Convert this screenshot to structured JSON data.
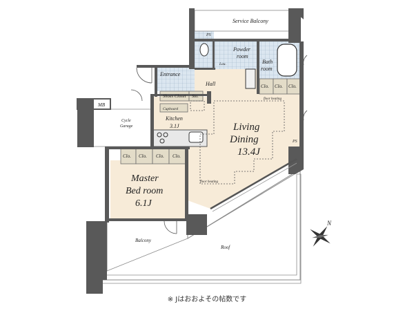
{
  "rooms": {
    "service_balcony": "Service Balcony",
    "ps_top": "PS",
    "powder_room_1": "Powder",
    "powder_room_2": "room",
    "laundry": "Lau.",
    "bath_1": "Bath",
    "bath_2": "room",
    "entrance": "Entrance",
    "hall": "Hall",
    "shoes_closet": "Shoes Closet",
    "storage": "Sto.",
    "cupboard": "Cupboard",
    "mb": "MB",
    "cycle_1": "Cycle",
    "cycle_2": "Garage",
    "kitchen": "Kitchen",
    "kitchen_size": "3.1J",
    "living_1": "Living",
    "living_2": "Dining",
    "living_size": "13.4J",
    "closet": "Clo.",
    "floor_heating_1": "floor heating",
    "floor_heating_2": "floor heating",
    "ps_right": "PS",
    "master_1": "Master",
    "master_2": "Bed room",
    "master_size": "6.1J",
    "balcony": "Balcony",
    "roof": "Roof",
    "north": "N"
  },
  "note": "※ Jはおおよその帖数です",
  "colors": {
    "wall": "#595959",
    "floor_beige": "#f7ebd8",
    "closet": "#e3dcc8",
    "wet_blue": "#dbe6f0",
    "kitchen_counter": "#e8e8e8",
    "hatch": "#bdbdbd"
  }
}
